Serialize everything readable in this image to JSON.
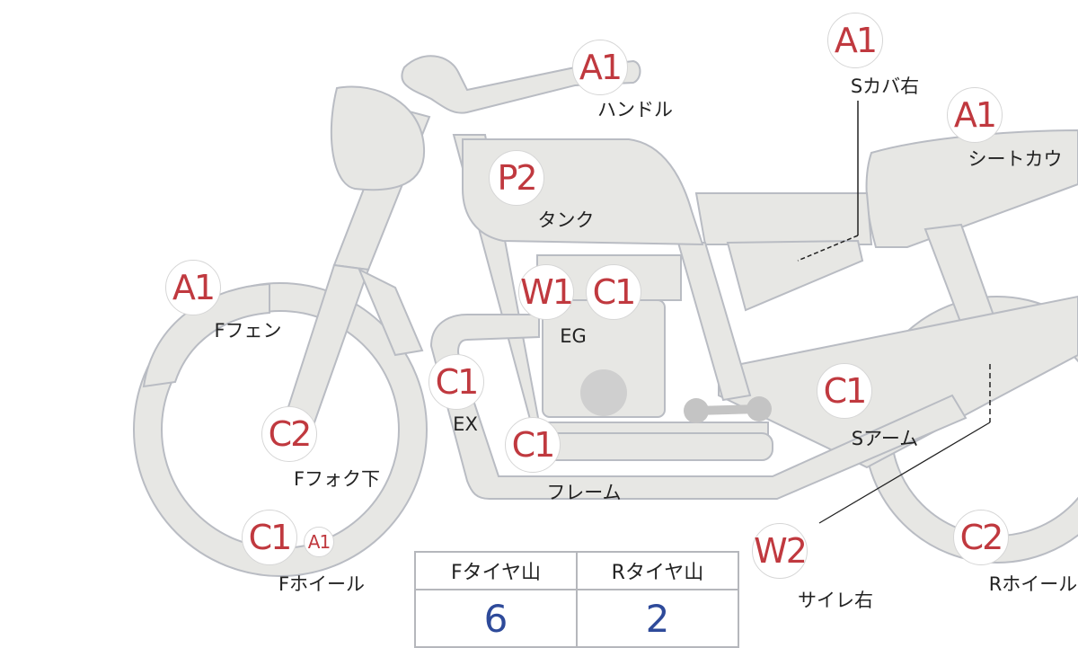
{
  "colors": {
    "badge_text": "#c0393f",
    "value_text": "#2e4a9a",
    "part_fill": "#e7e7e4",
    "part_stroke": "#b9bcc3"
  },
  "parts": [
    {
      "grade": "A1",
      "label": "ハンドル"
    },
    {
      "grade": "A1",
      "label": "Sカバ右"
    },
    {
      "grade": "A1",
      "label": "シートカウ"
    },
    {
      "grade": "P2",
      "label": "タンク"
    },
    {
      "grade": "A1",
      "label": "Fフェン"
    },
    {
      "grade": "W1",
      "grade2": "C1",
      "label": "EG"
    },
    {
      "grade": "C1",
      "label": "EX"
    },
    {
      "grade": "C2",
      "label": "Fフォク下"
    },
    {
      "grade": "C1",
      "label": "フレーム"
    },
    {
      "grade": "C1",
      "label": "Sアーム"
    },
    {
      "grade": "C1",
      "grade2": "A1",
      "label": "Fホイール"
    },
    {
      "grade": "W2",
      "label": "サイレ右"
    },
    {
      "grade": "C2",
      "label": "Rホイール"
    }
  ],
  "tire_table": {
    "headers": [
      "Fタイヤ山",
      "Rタイヤ山"
    ],
    "values": [
      "6",
      "2"
    ]
  }
}
